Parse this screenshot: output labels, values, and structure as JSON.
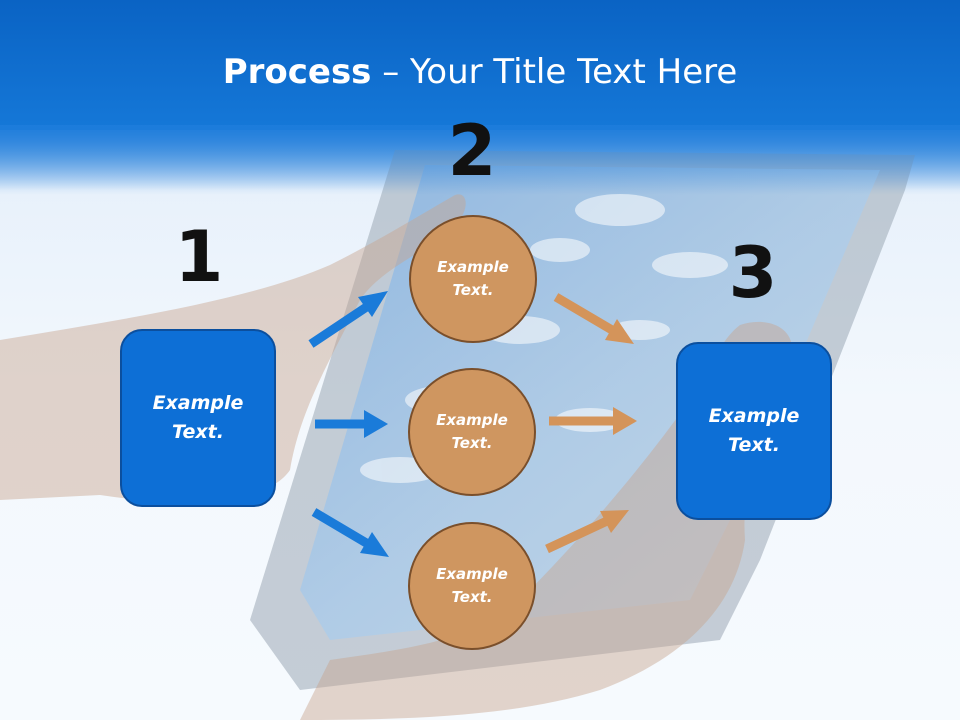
{
  "slide": {
    "title_strong": "Process",
    "title_rest": " – Your Title Text Here"
  },
  "steps": {
    "one": {
      "number": "1",
      "label": "Example Text."
    },
    "two": {
      "number": "2",
      "circles": [
        {
          "label": "Example Text."
        },
        {
          "label": "Example Text."
        },
        {
          "label": "Example Text."
        }
      ]
    },
    "three": {
      "number": "3",
      "label": "Example Text."
    }
  },
  "colors": {
    "title_bar": "#0a63c4",
    "box_fill": "#0d6fd6",
    "circle_fill": "#cf9660",
    "arrow_blue": "#1a7bd9",
    "arrow_orange": "#d4945a"
  }
}
